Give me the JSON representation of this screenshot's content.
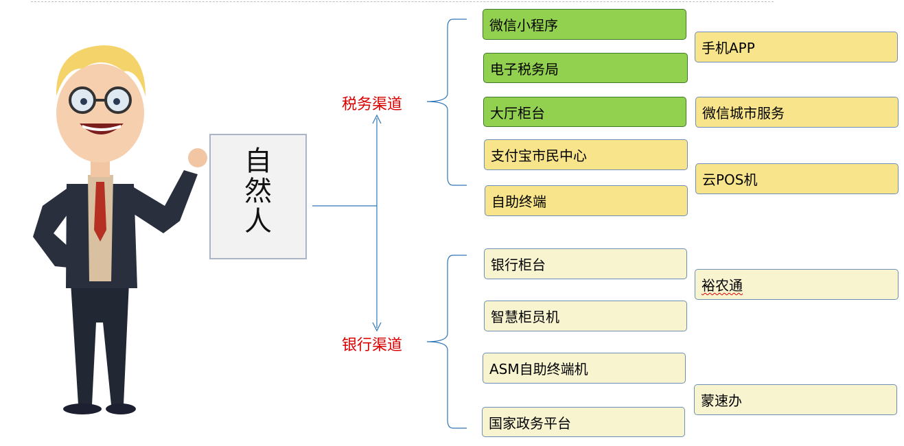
{
  "root": {
    "label": "自然人"
  },
  "groups": [
    {
      "label": "税务渠道",
      "primary": [
        "微信小程序",
        "电子税务局",
        "大厅柜台",
        "支付宝市民中心",
        "自助终端"
      ],
      "secondary": [
        "手机APP",
        "微信城市服务",
        "云POS机"
      ]
    },
    {
      "label": "银行渠道",
      "primary": [
        "银行柜台",
        "智慧柜员机",
        "ASM自助终端机",
        "国家政务平台"
      ],
      "secondary": [
        "裕农通",
        "蒙速办"
      ]
    }
  ],
  "colors": {
    "green": "#92d050",
    "yellow": "#f8e48a",
    "cream": "#f8f4d0",
    "line": "#2e75b6",
    "label": "#d90000"
  }
}
